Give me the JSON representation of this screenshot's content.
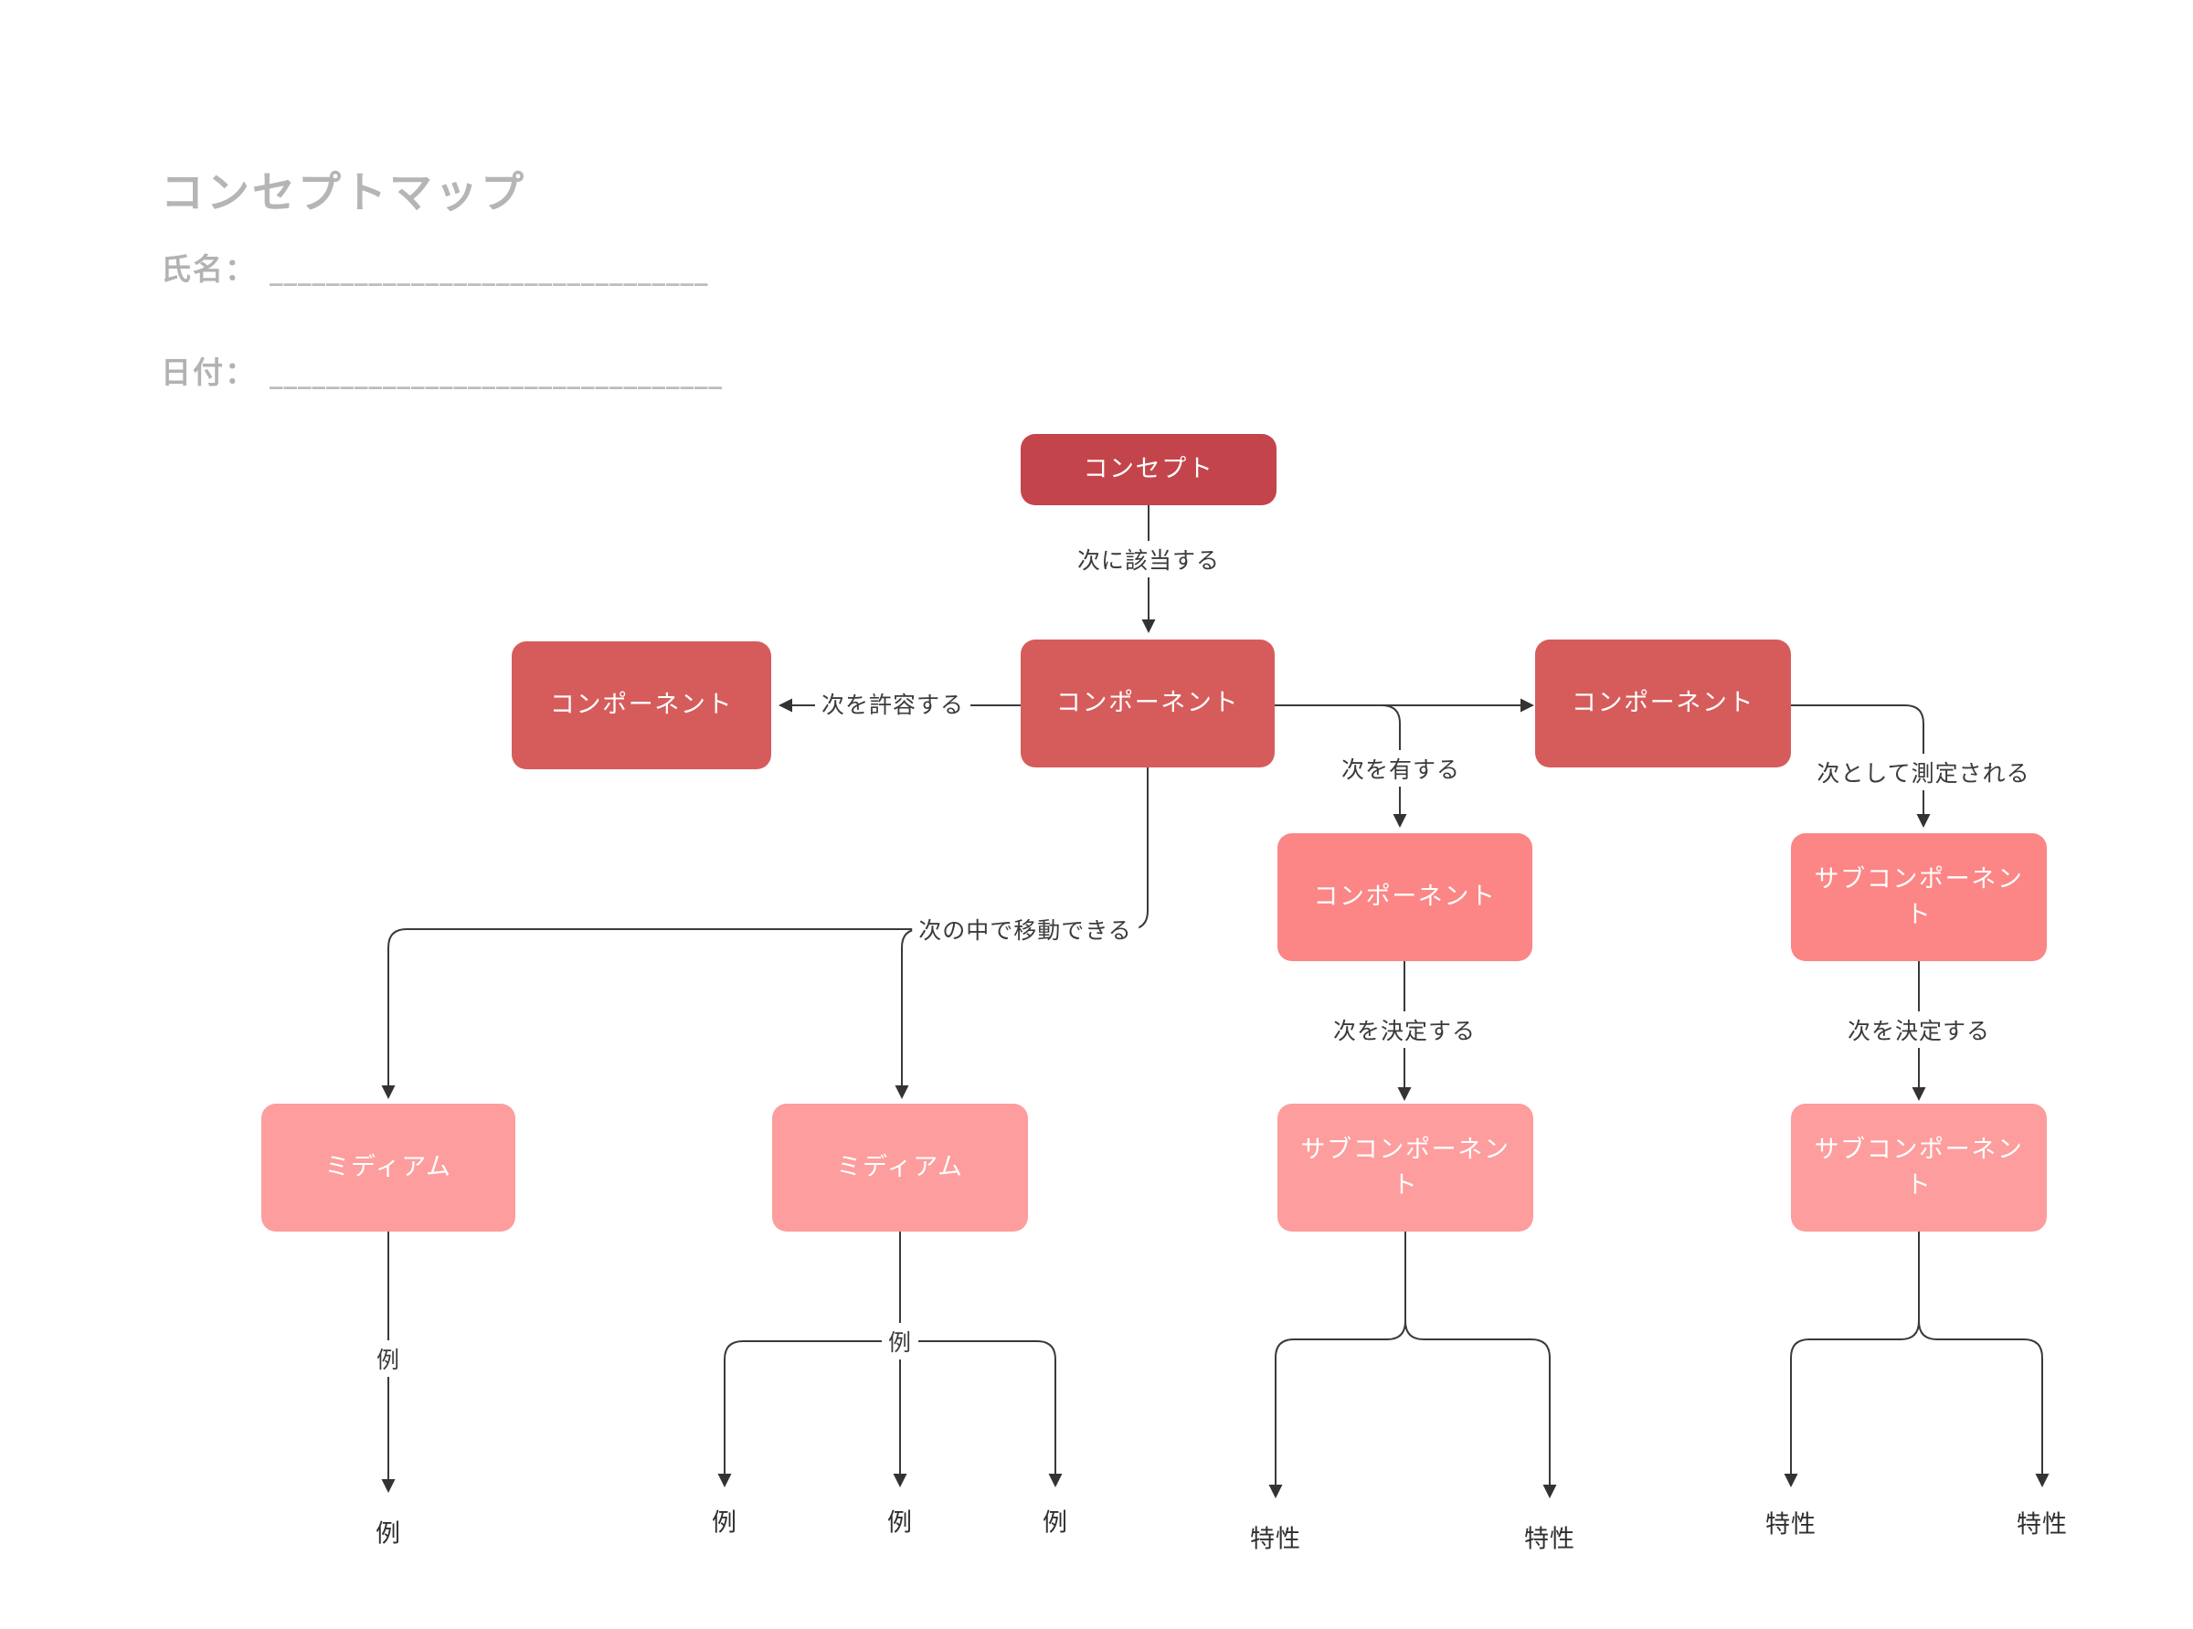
{
  "page": {
    "title": "コンセプトマップ",
    "name_label": "氏名：",
    "name_blank": "_______________________________",
    "date_label": "日付：",
    "date_blank": "________________________________"
  },
  "colors": {
    "level1": "#c3444a",
    "level2": "#d65c5c",
    "level3": "#fc8585",
    "level4": "#fd9d9d",
    "line": "#3a3a3a",
    "muted_text": "#b2b2b2"
  },
  "diagram": {
    "nodes": [
      {
        "id": "concept",
        "label": "コンセプト",
        "level": 1
      },
      {
        "id": "component-left",
        "label": "コンポーネント",
        "level": 2
      },
      {
        "id": "component-center",
        "label": "コンポーネント",
        "level": 2
      },
      {
        "id": "component-right",
        "label": "コンポーネント",
        "level": 2
      },
      {
        "id": "component-sub",
        "label": "コンポーネント",
        "level": 3
      },
      {
        "id": "subcomponent-measured",
        "label": "サブコンポーネント",
        "level": 3
      },
      {
        "id": "medium-1",
        "label": "ミディアム",
        "level": 4
      },
      {
        "id": "medium-2",
        "label": "ミディアム",
        "level": 4
      },
      {
        "id": "subcomponent-3",
        "label": "サブコンポーネント",
        "level": 4
      },
      {
        "id": "subcomponent-4",
        "label": "サブコンポーネント",
        "level": 4
      }
    ],
    "edge_labels": [
      {
        "text": "次に該当する"
      },
      {
        "text": "次を許容する"
      },
      {
        "text": "次を有する"
      },
      {
        "text": "次として測定される"
      },
      {
        "text": "次の中で移動できる"
      },
      {
        "text": "次を決定する"
      },
      {
        "text": "次を決定する"
      },
      {
        "text": "例"
      },
      {
        "text": "例"
      }
    ],
    "leaves": [
      {
        "text": "例"
      },
      {
        "text": "例"
      },
      {
        "text": "例"
      },
      {
        "text": "例"
      },
      {
        "text": "特性"
      },
      {
        "text": "特性"
      },
      {
        "text": "特性"
      },
      {
        "text": "特性"
      }
    ]
  }
}
